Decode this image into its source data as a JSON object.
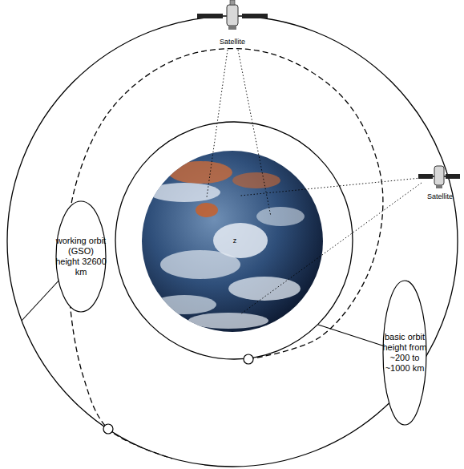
{
  "diagram": {
    "nodes": [
      {
        "text": [
          "working orbit (GSO)",
          "height 32600 km"
        ]
      },
      {
        "text": [
          "basic orbit",
          "height from ~200 to ~1000 km"
        ]
      }
    ],
    "labels": [
      "Satellite",
      "Satellite",
      "z"
    ]
  }
}
